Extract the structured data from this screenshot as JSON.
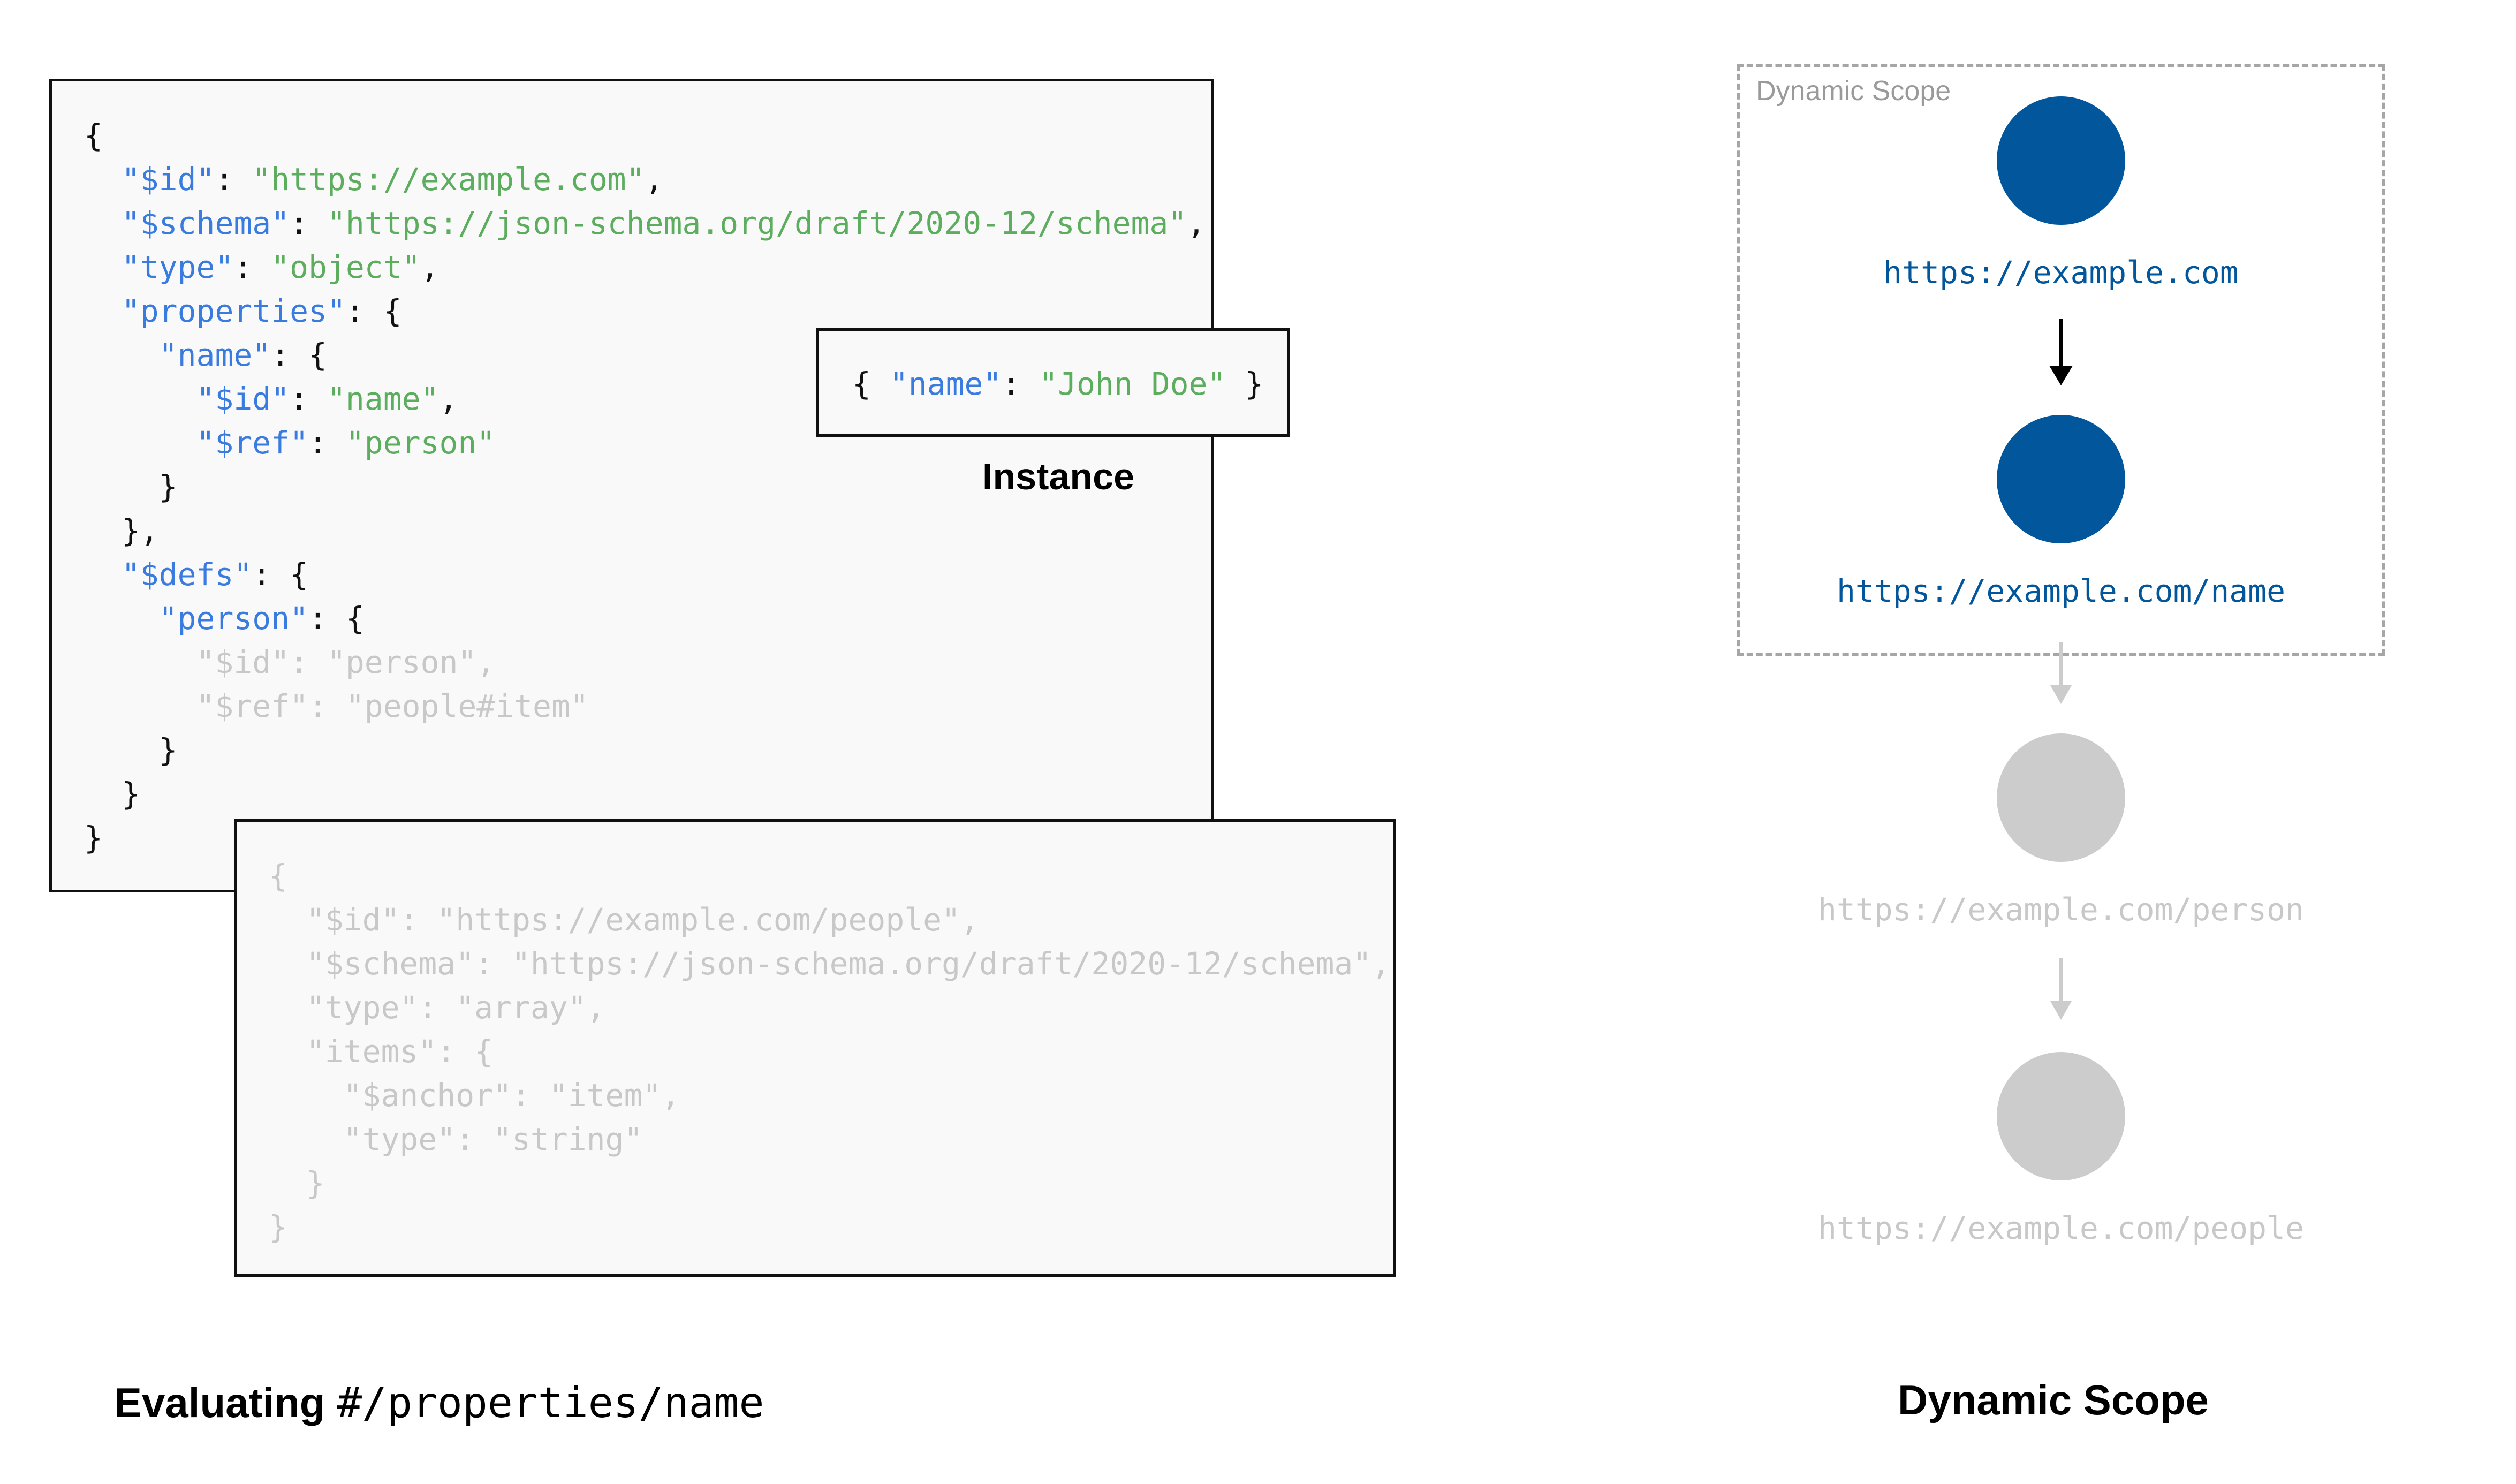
{
  "schema_panel": {
    "lines": [
      [
        [
          "p",
          "{"
        ]
      ],
      [
        [
          "p",
          "  "
        ],
        [
          "k",
          "\"$id\""
        ],
        [
          "p",
          ": "
        ],
        [
          "s",
          "\"https://example.com\""
        ],
        [
          "p",
          ","
        ]
      ],
      [
        [
          "p",
          "  "
        ],
        [
          "k",
          "\"$schema\""
        ],
        [
          "p",
          ": "
        ],
        [
          "s",
          "\"https://json-schema.org/draft/2020-12/schema\""
        ],
        [
          "p",
          ","
        ]
      ],
      [
        [
          "p",
          "  "
        ],
        [
          "k",
          "\"type\""
        ],
        [
          "p",
          ": "
        ],
        [
          "s",
          "\"object\""
        ],
        [
          "p",
          ","
        ]
      ],
      [
        [
          "p",
          "  "
        ],
        [
          "k",
          "\"properties\""
        ],
        [
          "p",
          ": {"
        ]
      ],
      [
        [
          "p",
          "    "
        ],
        [
          "k",
          "\"name\""
        ],
        [
          "p",
          ": {"
        ]
      ],
      [
        [
          "p",
          "      "
        ],
        [
          "k",
          "\"$id\""
        ],
        [
          "p",
          ": "
        ],
        [
          "s",
          "\"name\""
        ],
        [
          "p",
          ","
        ]
      ],
      [
        [
          "p",
          "      "
        ],
        [
          "k",
          "\"$ref\""
        ],
        [
          "p",
          ": "
        ],
        [
          "s",
          "\"person\""
        ]
      ],
      [
        [
          "p",
          "    }"
        ]
      ],
      [
        [
          "p",
          "  },"
        ]
      ],
      [
        [
          "p",
          "  "
        ],
        [
          "k",
          "\"$defs\""
        ],
        [
          "p",
          ": {"
        ]
      ],
      [
        [
          "p",
          "    "
        ],
        [
          "k",
          "\"person\""
        ],
        [
          "p",
          ": {"
        ]
      ],
      [
        [
          "f",
          "      \"$id\": \"person\","
        ]
      ],
      [
        [
          "f",
          "      \"$ref\": \"people#item\""
        ]
      ],
      [
        [
          "p",
          "    }"
        ]
      ],
      [
        [
          "p",
          "  }"
        ]
      ],
      [
        [
          "p",
          "}"
        ]
      ]
    ]
  },
  "people_panel": {
    "lines": [
      "{",
      "  \"$id\": \"https://example.com/people\",",
      "  \"$schema\": \"https://json-schema.org/draft/2020-12/schema\",",
      "  \"type\": \"array\",",
      "  \"items\": {",
      "    \"$anchor\": \"item\",",
      "    \"type\": \"string\"",
      "  }",
      "}"
    ]
  },
  "instance": {
    "lines": [
      [
        [
          "p",
          "{ "
        ],
        [
          "k",
          "\"name\""
        ],
        [
          "p",
          ": "
        ],
        [
          "s",
          "\"John Doe\""
        ],
        [
          "p",
          " }"
        ]
      ]
    ],
    "caption": "Instance"
  },
  "left_caption": {
    "label": "Evaluating ",
    "pointer": "#/properties/name"
  },
  "scope": {
    "box_title": "Dynamic Scope",
    "caption": "Dynamic Scope",
    "nodes": [
      {
        "url": "https://example.com",
        "active": true
      },
      {
        "url": "https://example.com/name",
        "active": true
      },
      {
        "url": "https://example.com/person",
        "active": false
      },
      {
        "url": "https://example.com/people",
        "active": false
      }
    ]
  },
  "colors": {
    "key": "#3a7be0",
    "string": "#5cad5e",
    "active_node": "#02569b",
    "inactive_node": "#cccccc",
    "faded_text": "#c8c8c8"
  }
}
